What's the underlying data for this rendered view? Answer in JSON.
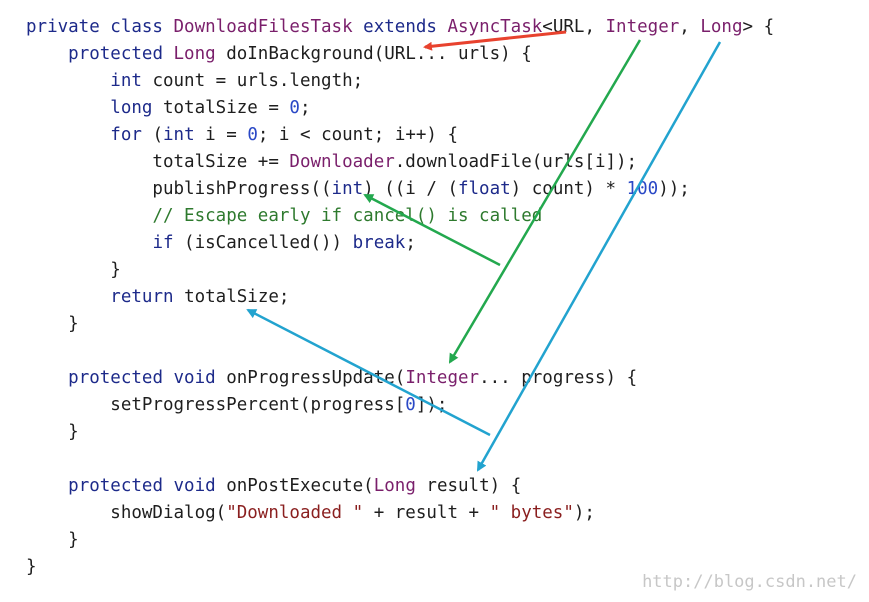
{
  "code_lines": [
    [
      [
        "kw",
        "private class "
      ],
      [
        "ty",
        "DownloadFilesTask "
      ],
      [
        "kw",
        "extends "
      ],
      [
        "ty",
        "AsyncTask"
      ],
      [
        "",
        "<URL, "
      ],
      [
        "ty",
        "Integer"
      ],
      [
        "",
        ", "
      ],
      [
        "ty",
        "Long"
      ],
      [
        "",
        "> {"
      ]
    ],
    [
      [
        "",
        "    "
      ],
      [
        "kw",
        "protected "
      ],
      [
        "ty",
        "Long "
      ],
      [
        "",
        "doInBackground(URL... urls) {"
      ]
    ],
    [
      [
        "",
        "        "
      ],
      [
        "kw",
        "int "
      ],
      [
        "",
        "count = urls.length;"
      ]
    ],
    [
      [
        "",
        "        "
      ],
      [
        "kw",
        "long "
      ],
      [
        "",
        "totalSize = "
      ],
      [
        "num",
        "0"
      ],
      [
        "",
        ";"
      ]
    ],
    [
      [
        "",
        "        "
      ],
      [
        "kw",
        "for "
      ],
      [
        "",
        "("
      ],
      [
        "kw",
        "int "
      ],
      [
        "",
        "i = "
      ],
      [
        "num",
        "0"
      ],
      [
        "",
        "; i < count; i++) {"
      ]
    ],
    [
      [
        "",
        "            totalSize += "
      ],
      [
        "ty",
        "Downloader"
      ],
      [
        "",
        ".downloadFile(urls[i]);"
      ]
    ],
    [
      [
        "",
        "            publishProgress(("
      ],
      [
        "kw",
        "int"
      ],
      [
        "",
        ") ((i / ("
      ],
      [
        "kw",
        "float"
      ],
      [
        "",
        ") count) * "
      ],
      [
        "num",
        "100"
      ],
      [
        "",
        "));"
      ]
    ],
    [
      [
        "",
        "            "
      ],
      [
        "cm",
        "// Escape early if cancel() is called"
      ]
    ],
    [
      [
        "",
        "            "
      ],
      [
        "kw",
        "if "
      ],
      [
        "",
        "(isCancelled()) "
      ],
      [
        "kw",
        "break"
      ],
      [
        "",
        ";"
      ]
    ],
    [
      [
        "",
        "        }"
      ]
    ],
    [
      [
        "",
        "        "
      ],
      [
        "kw",
        "return "
      ],
      [
        "",
        "totalSize;"
      ]
    ],
    [
      [
        "",
        "    }"
      ]
    ],
    [
      [
        "",
        ""
      ]
    ],
    [
      [
        "",
        "    "
      ],
      [
        "kw",
        "protected void "
      ],
      [
        "",
        "onProgressUpdate("
      ],
      [
        "ty",
        "Integer"
      ],
      [
        "",
        "... progress) {"
      ]
    ],
    [
      [
        "",
        "        setProgressPercent(progress["
      ],
      [
        "num",
        "0"
      ],
      [
        "",
        "]);"
      ]
    ],
    [
      [
        "",
        "    }"
      ]
    ],
    [
      [
        "",
        ""
      ]
    ],
    [
      [
        "",
        "    "
      ],
      [
        "kw",
        "protected void "
      ],
      [
        "",
        "onPostExecute("
      ],
      [
        "ty",
        "Long "
      ],
      [
        "",
        "result) {"
      ]
    ],
    [
      [
        "",
        "        showDialog("
      ],
      [
        "str",
        "\"Downloaded \""
      ],
      [
        "",
        " + result + "
      ],
      [
        "str",
        "\" bytes\""
      ],
      [
        "",
        ");"
      ]
    ],
    [
      [
        "",
        "    }"
      ]
    ],
    [
      [
        "",
        "}"
      ]
    ]
  ],
  "colors": {
    "red_arrow": "#e8422e",
    "green_arrow": "#23a84e",
    "blue_arrow": "#22a3cf"
  },
  "watermark": "http://blog.csdn.net/"
}
